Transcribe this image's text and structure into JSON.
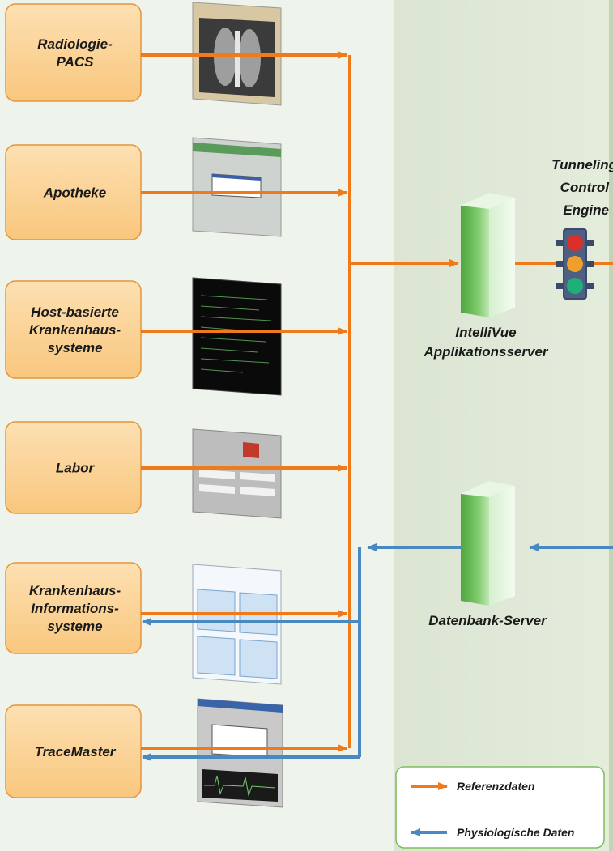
{
  "colors": {
    "background_left": "#eef3ec",
    "background_right": "#dfe8d6",
    "box_fill": "#fcd49a",
    "box_stroke": "#e6953a",
    "orange_arrow": "#f07a1a",
    "blue_arrow": "#4a88c2",
    "server_green": "#5eb24c",
    "legend_stroke": "#7cbf5a"
  },
  "source_systems": [
    {
      "lines": [
        "Radiologie-",
        "PACS"
      ],
      "thumbnail": "xray-image",
      "flows": [
        "referenzdaten"
      ]
    },
    {
      "lines": [
        "Apotheke"
      ],
      "thumbnail": "pharmacy-window",
      "flows": [
        "referenzdaten"
      ]
    },
    {
      "lines": [
        "Host-basierte",
        "Krankenhaus-",
        "systeme"
      ],
      "thumbnail": "terminal-screen",
      "flows": [
        "referenzdaten"
      ]
    },
    {
      "lines": [
        "Labor"
      ],
      "thumbnail": "lab-form-window",
      "flows": [
        "referenzdaten"
      ]
    },
    {
      "lines": [
        "Krankenhaus-",
        "Informations-",
        "systeme"
      ],
      "thumbnail": "his-window",
      "flows": [
        "referenzdaten",
        "physiologische"
      ]
    },
    {
      "lines": [
        "TraceMaster"
      ],
      "thumbnail": "ecg-window",
      "flows": [
        "referenzdaten",
        "physiologische"
      ]
    }
  ],
  "servers": {
    "app": {
      "lines": [
        "IntelliVue",
        "Applikationsserver"
      ],
      "icon": "server-tower-icon"
    },
    "db": {
      "lines": [
        "Datenbank-Server"
      ],
      "icon": "server-tower-icon"
    }
  },
  "tunneling": {
    "lines": [
      "Tunneling",
      "Control",
      "Engine"
    ],
    "icon": "traffic-light-icon"
  },
  "legend": [
    {
      "label": "Referenzdaten",
      "color": "#f07a1a",
      "direction": "right"
    },
    {
      "label": "Physiologische Daten",
      "color": "#4a88c2",
      "direction": "left"
    }
  ]
}
